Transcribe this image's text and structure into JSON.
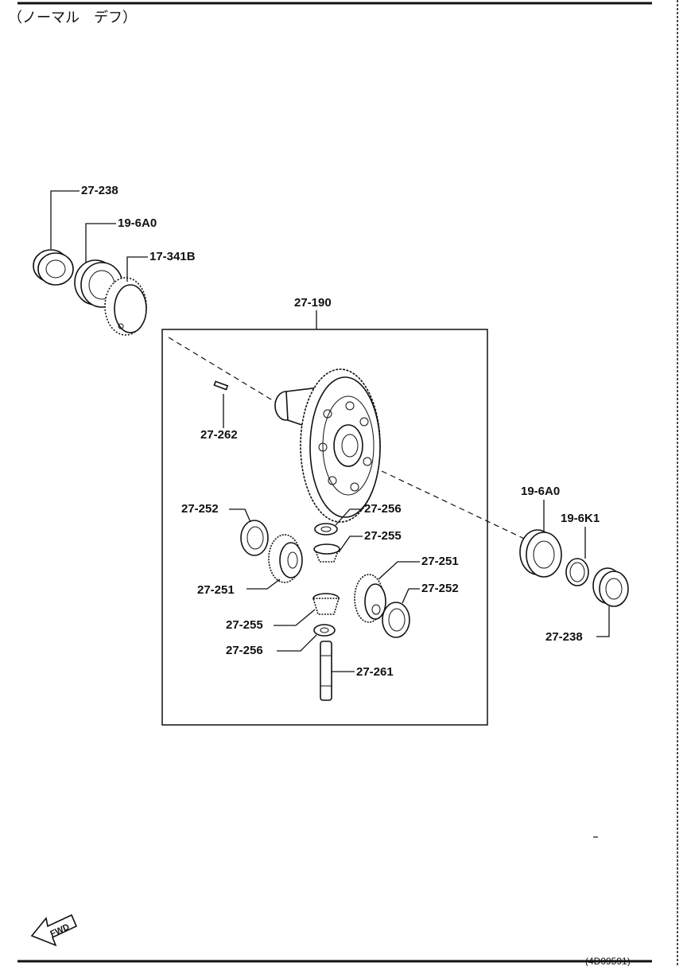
{
  "header": {
    "title": "（ノーマル　デフ）"
  },
  "labels": {
    "bearing_outer_left": "27-238",
    "bearing_left": "19-6A0",
    "speedo_gear": "17-341B",
    "diff_assembly": "27-190",
    "pin": "27-262",
    "washer_left": "27-252",
    "washer_pinion_top": "27-256",
    "pinion_top": "27-255",
    "side_gear_left": "27-251",
    "side_gear_right": "27-251",
    "washer_right": "27-252",
    "pinion_bottom": "27-255",
    "washer_pinion_bottom": "27-256",
    "shaft": "27-261",
    "bearing_right": "19-6A0",
    "shim_right": "19-6K1",
    "bearing_outer_right": "27-238"
  },
  "fwd": {
    "text": "FWD",
    "icon": "fwd-arrow-icon"
  },
  "footer": {
    "code": "(4D09591)"
  }
}
